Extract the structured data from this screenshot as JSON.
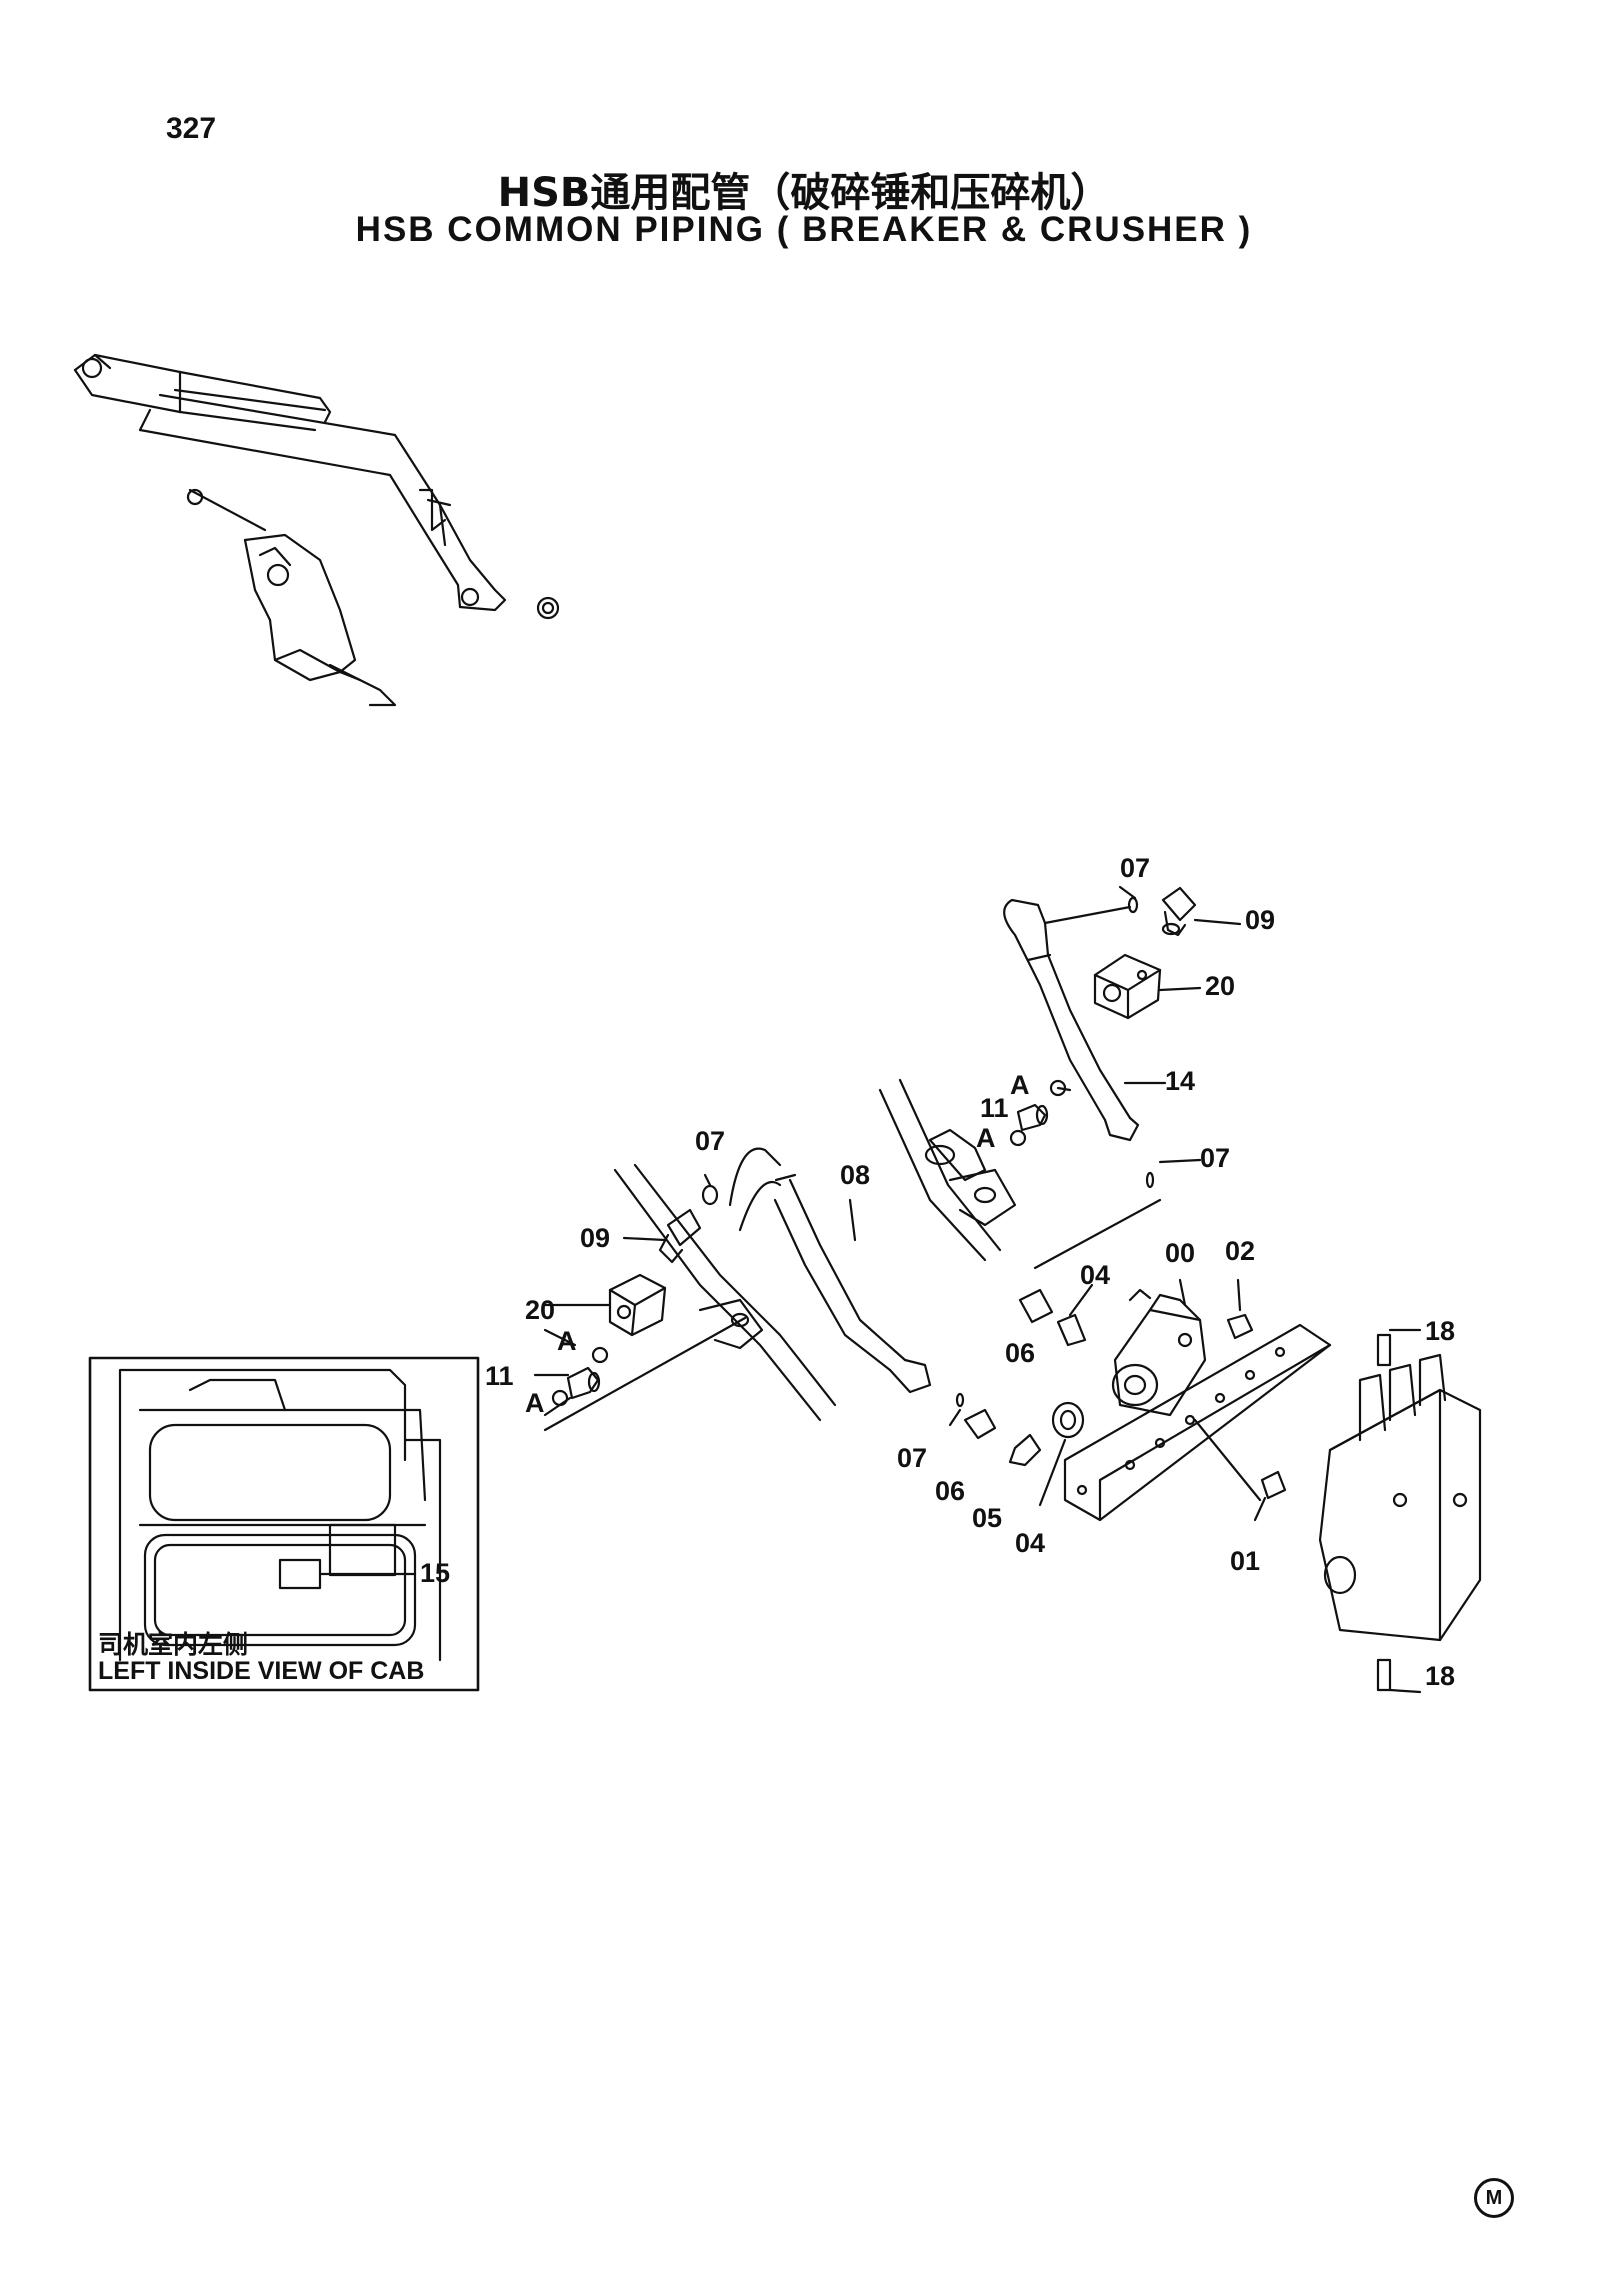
{
  "page_number": "327",
  "title_cn": "HSB通用配管（破碎锤和压碎机）",
  "title_en": "HSB COMMON PIPING ( BREAKER & CRUSHER )",
  "inset": {
    "caption_cn": "司机室内左侧",
    "caption_en": "LEFT INSIDE VIEW OF CAB",
    "part_label": "15"
  },
  "callouts": [
    {
      "id": "c07a",
      "text": "07"
    },
    {
      "id": "c09a",
      "text": "09"
    },
    {
      "id": "c20a",
      "text": "20"
    },
    {
      "id": "c14",
      "text": "14"
    },
    {
      "id": "c11a",
      "text": "11"
    },
    {
      "id": "cA1",
      "text": "A"
    },
    {
      "id": "cA2",
      "text": "A"
    },
    {
      "id": "c07b",
      "text": "07"
    },
    {
      "id": "c07c",
      "text": "07"
    },
    {
      "id": "c08",
      "text": "08"
    },
    {
      "id": "c09b",
      "text": "09"
    },
    {
      "id": "c00",
      "text": "00"
    },
    {
      "id": "c02",
      "text": "02"
    },
    {
      "id": "c04a",
      "text": "04"
    },
    {
      "id": "c06a",
      "text": "06"
    },
    {
      "id": "c20b",
      "text": "20"
    },
    {
      "id": "cA3",
      "text": "A"
    },
    {
      "id": "c11b",
      "text": "11"
    },
    {
      "id": "cA4",
      "text": "A"
    },
    {
      "id": "c18a",
      "text": "18"
    },
    {
      "id": "c07d",
      "text": "07"
    },
    {
      "id": "c06b",
      "text": "06"
    },
    {
      "id": "c05",
      "text": "05"
    },
    {
      "id": "c04b",
      "text": "04"
    },
    {
      "id": "c01",
      "text": "01"
    },
    {
      "id": "c18b",
      "text": "18"
    }
  ],
  "footer_mark": "M"
}
